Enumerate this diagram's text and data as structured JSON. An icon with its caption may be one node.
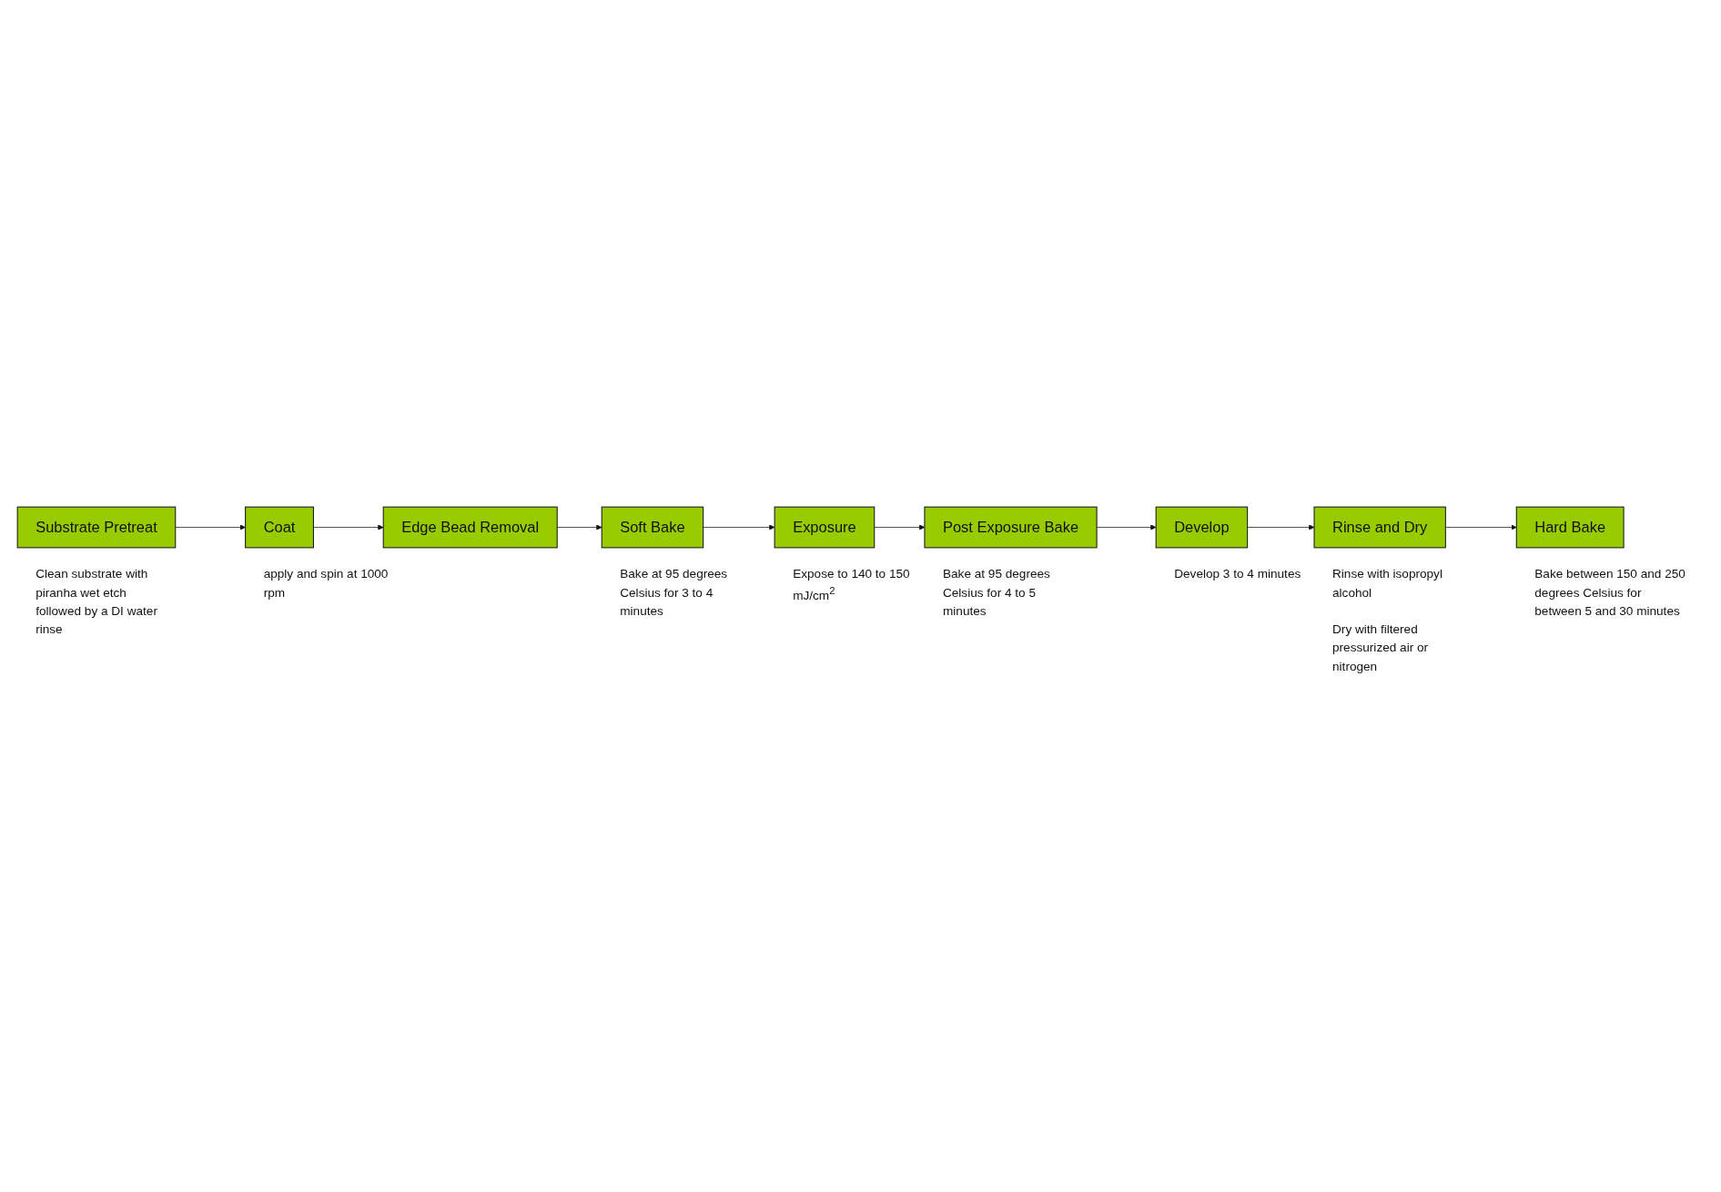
{
  "diagram": {
    "nodes": [
      {
        "text": [
          "Substrate Pretreat"
        ],
        "beside": [
          "Clean substrate with piranha wet etch followed by a DI water rinse"
        ]
      },
      {
        "text": [
          "Coat"
        ],
        "beside": [
          "apply and spin at 1000 rpm"
        ]
      },
      {
        "text": [
          "Edge Bead Removal"
        ]
      },
      {
        "text": [
          "Soft Bake"
        ],
        "beside": [
          "Bake at 95 degrees Celsius for 3 to 4 minutes"
        ]
      },
      {
        "text": [
          "Exposure"
        ],
        "beside": [
          "Expose to 140 to 150 mJ/cm$^{2}$"
        ]
      },
      {
        "text": [
          "Post Exposure Bake"
        ],
        "beside": [
          "Bake at 95 degrees Celsius for 4 to 5 minutes"
        ]
      },
      {
        "text": [
          "Develop"
        ],
        "beside": [
          "Develop 3 to 4 minutes"
        ]
      },
      {
        "text": [
          "Rinse and Dry"
        ],
        "beside": [
          "Rinse with isopropyl alcohol",
          "Dry with filtered pressurized air or nitrogen"
        ]
      },
      {
        "text": [
          "Hard Bake"
        ],
        "beside": [
          "Bake between 150 and 250 degrees Celsius for between 5 and 30 minutes"
        ]
      }
    ],
    "edges": [
      {
        "from": 0,
        "to": 1,
        "arrow": "to"
      },
      {
        "from": 1,
        "to": 2,
        "arrow": "to"
      },
      {
        "from": 2,
        "to": 3,
        "arrow": "to"
      },
      {
        "from": 3,
        "to": 4,
        "arrow": "to"
      },
      {
        "from": 4,
        "to": 5,
        "arrow": "to"
      },
      {
        "from": 5,
        "to": 6,
        "arrow": "to"
      },
      {
        "from": 6,
        "to": 7,
        "arrow": "to"
      },
      {
        "from": 7,
        "to": 8,
        "arrow": "to"
      }
    ]
  }
}
